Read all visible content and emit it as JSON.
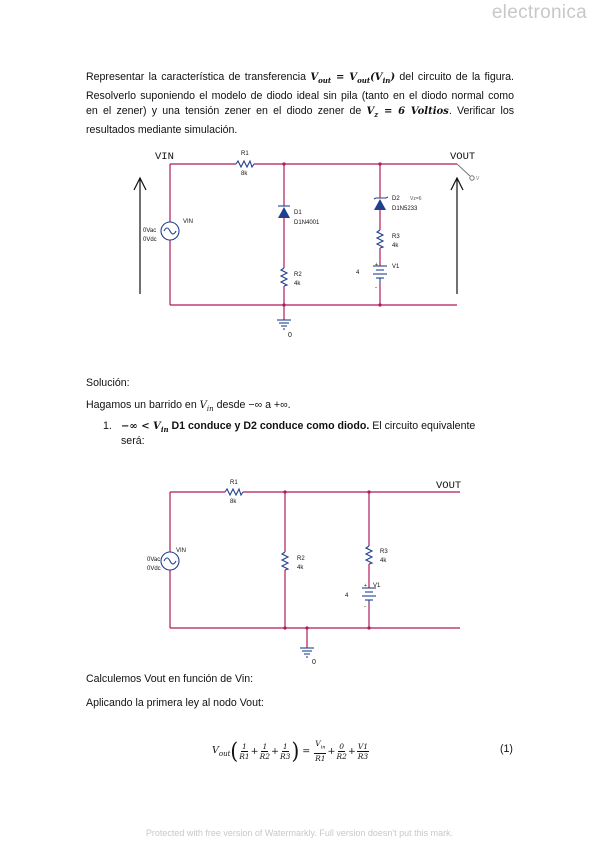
{
  "watermark": {
    "top": "electronica",
    "bottom": "Protected with free version of Watermarkly. Full version doesn't put this mark."
  },
  "problem": {
    "line1_a": "Representar la característica de transferencia ",
    "line1_math": "V_out = V_out(V_in)",
    "line1_b": " del circuito de la figura.",
    "line2": "Resolverlo suponiendo el modelo de diodo ideal sin pila (tanto en el diodo normal como",
    "line3_a": "en el zener) y una tensión zener en el diodo zener de ",
    "line3_math": "V_z = 6 Voltios",
    "line3_b": ". Verificar los",
    "line4": "resultados mediante simulación."
  },
  "circuit1": {
    "vin_label": "VIN",
    "vout_label": "VOUT",
    "r1_name": "R1",
    "r1_value": "8k",
    "d1_name": "D1",
    "d1_part": "D1N4001",
    "d2_name": "D2",
    "d2_vz": "Vz=6",
    "d2_part": "D1N5233",
    "r2_name": "R2",
    "r2_value": "4k",
    "r3_name": "R3",
    "r3_value": "4k",
    "v1_name": "V1",
    "v1_value": "4",
    "src_name": "VIN",
    "src_vac": "0Vac",
    "src_vdc": "0Vdc",
    "ground": "0",
    "probe": "V"
  },
  "solution": {
    "title": "Solución:",
    "sweep_a": "Hagamos un barrido en ",
    "sweep_var": "V_in",
    "sweep_b": " desde −∞ a +∞.",
    "item_number": "1.",
    "item_math": "−∞ < V_in",
    "item_bold": " D1 conduce y D2 conduce como diodo.",
    "item_rest": " El circuito equivalente",
    "item_line2": "será:"
  },
  "circuit2": {
    "vout_label": "VOUT",
    "r1_name": "R1",
    "r1_value": "8k",
    "src_name": "VIN",
    "src_vac": "0Vac",
    "src_vdc": "0Vdc",
    "r2_name": "R2",
    "r2_value": "4k",
    "r3_name": "R3",
    "r3_value": "4k",
    "v1_name": "V1",
    "v1_value": "4",
    "ground": "0"
  },
  "after": {
    "calc": "Calculemos Vout en función de Vin:",
    "kirchhoff": "Aplicando la primera ley al nodo Vout:"
  },
  "equation": {
    "lhs": "V_out",
    "t1": "1/R1",
    "t2": "1/R2",
    "t3": "1/R3",
    "r1": "V_in/R1",
    "r2": "0/R2",
    "r3": "V1/R3",
    "number": "(1)"
  },
  "colors": {
    "wire": "#b0195a",
    "component": "#1f3f8f",
    "text": "#111111",
    "watermark": "#c8c8c8"
  }
}
